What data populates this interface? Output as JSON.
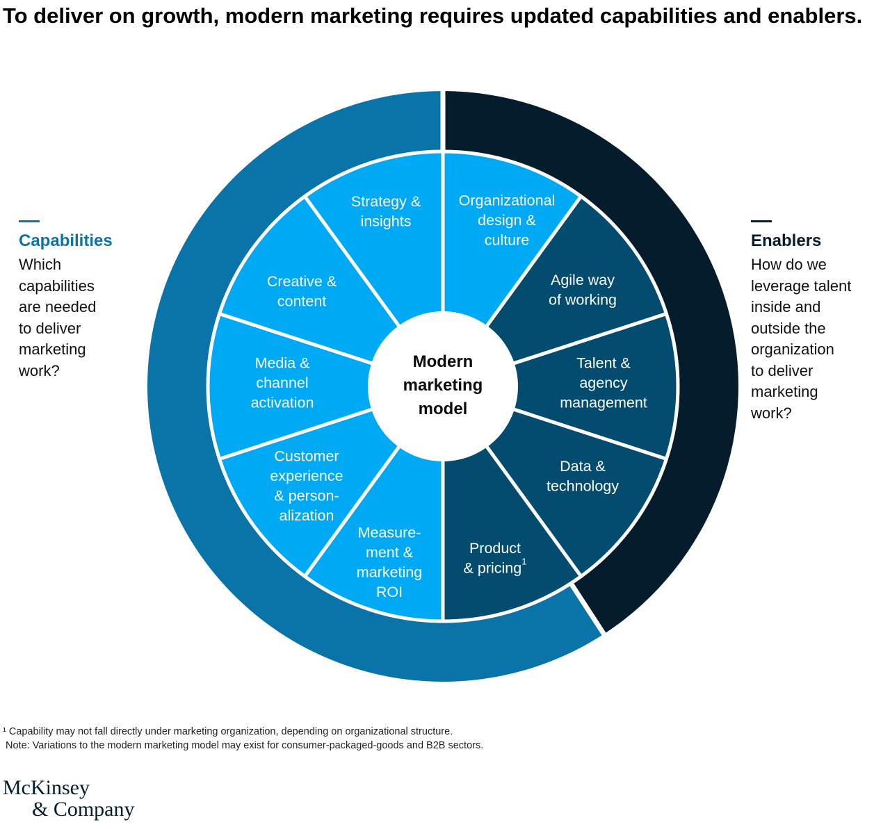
{
  "title": "To deliver on growth, modern marketing requires updated capabilities and enablers.",
  "capabilities": {
    "heading": "Capabilities",
    "question": "Which capabilities are needed to deliver marketing work?",
    "lines": [
      "Which",
      "capabilities",
      "are needed",
      "to deliver",
      "marketing",
      "work?"
    ]
  },
  "enablers": {
    "heading": "Enablers",
    "question": "How do we leverage talent inside and outside the organization to deliver marketing work?",
    "lines": [
      "How do we",
      "leverage talent",
      "inside and",
      "outside the",
      "organization",
      "to deliver",
      "marketing",
      "work?"
    ]
  },
  "center": {
    "label": "Modern marketing model",
    "lines": [
      "Modern",
      "marketing",
      "model"
    ]
  },
  "segments": [
    {
      "id": "strategy-insights",
      "group": "capabilities",
      "lines": [
        "Strategy &",
        "insights"
      ],
      "sup": ""
    },
    {
      "id": "organizational-design-culture",
      "group": "enablers",
      "lines": [
        "Organizational",
        "design &",
        "culture"
      ],
      "sup": ""
    },
    {
      "id": "agile-way-of-working",
      "group": "enablers",
      "lines": [
        "Agile way",
        "of working"
      ],
      "sup": ""
    },
    {
      "id": "talent-agency-management",
      "group": "enablers",
      "lines": [
        "Talent &",
        "agency",
        "management"
      ],
      "sup": ""
    },
    {
      "id": "data-technology",
      "group": "enablers",
      "lines": [
        "Data &",
        "technology"
      ],
      "sup": ""
    },
    {
      "id": "product-pricing",
      "group": "capabilities",
      "lines": [
        "Product",
        "& pricing"
      ],
      "sup": "1"
    },
    {
      "id": "measurement-marketing-roi",
      "group": "capabilities",
      "lines": [
        "Measure-",
        "ment &",
        "marketing",
        "ROI"
      ],
      "sup": ""
    },
    {
      "id": "customer-experience-personalization",
      "group": "capabilities",
      "lines": [
        "Customer",
        "experience",
        "& person-",
        "alization"
      ],
      "sup": ""
    },
    {
      "id": "media-channel-activation",
      "group": "capabilities",
      "lines": [
        "Media &",
        "channel",
        "activation"
      ],
      "sup": ""
    },
    {
      "id": "creative-content",
      "group": "capabilities",
      "lines": [
        "Creative &",
        "content"
      ],
      "sup": ""
    }
  ],
  "colors": {
    "capabilities_outer": "#0a73a8",
    "capabilities_inner": "#00a9f4",
    "enablers_outer": "#051c2c",
    "enablers_inner": "#034b6f",
    "capabilities_heading": "#0a73a8",
    "enablers_heading": "#051c2c"
  },
  "footnotes": [
    "¹ Capability may not fall directly under marketing organization, depending on organizational structure.",
    " Note: Variations to the modern marketing model may exist for consumer-packaged-goods and B2B sectors."
  ],
  "logo": {
    "line1": "McKinsey",
    "line2": "& Company"
  }
}
